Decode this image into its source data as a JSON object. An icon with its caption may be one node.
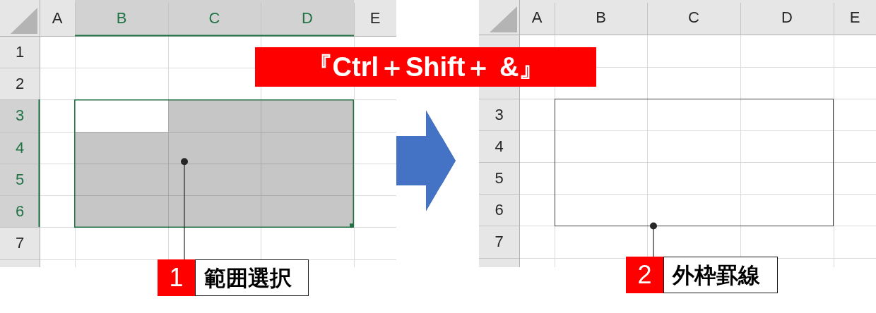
{
  "diagram": {
    "nodes": [
      {
        "text": [],
        "shape": "picture"
      },
      {
        "text": [],
        "shape": "box",
        "in": 0
      },
      {
        "text": [
          "『Ctrl＋Shift＋ &』"
        ]
      },
      {
        "text": [],
        "shape": "picture"
      },
      {
        "text": [],
        "shape": "box",
        "in": 3
      },
      {
        "text": [
          "1",
          "範囲選択"
        ]
      },
      {
        "text": [
          "2",
          "外枠罫線"
        ]
      }
    ],
    "edges": [
      {
        "from": 0,
        "to": 3,
        "arrow": "to",
        "style": "thick",
        "color": "#4472c4"
      },
      {
        "from": 5,
        "to": 1,
        "arrow": "other"
      },
      {
        "from": 6,
        "to": 4,
        "arrow": "other"
      }
    ],
    "labels": [
      "A",
      "B",
      "C",
      "D",
      "E",
      "1",
      "2",
      "3",
      "4",
      "5",
      "6",
      "7",
      "A",
      "B",
      "C",
      "D",
      "E",
      "3",
      "4",
      "5",
      "6",
      "7"
    ]
  }
}
